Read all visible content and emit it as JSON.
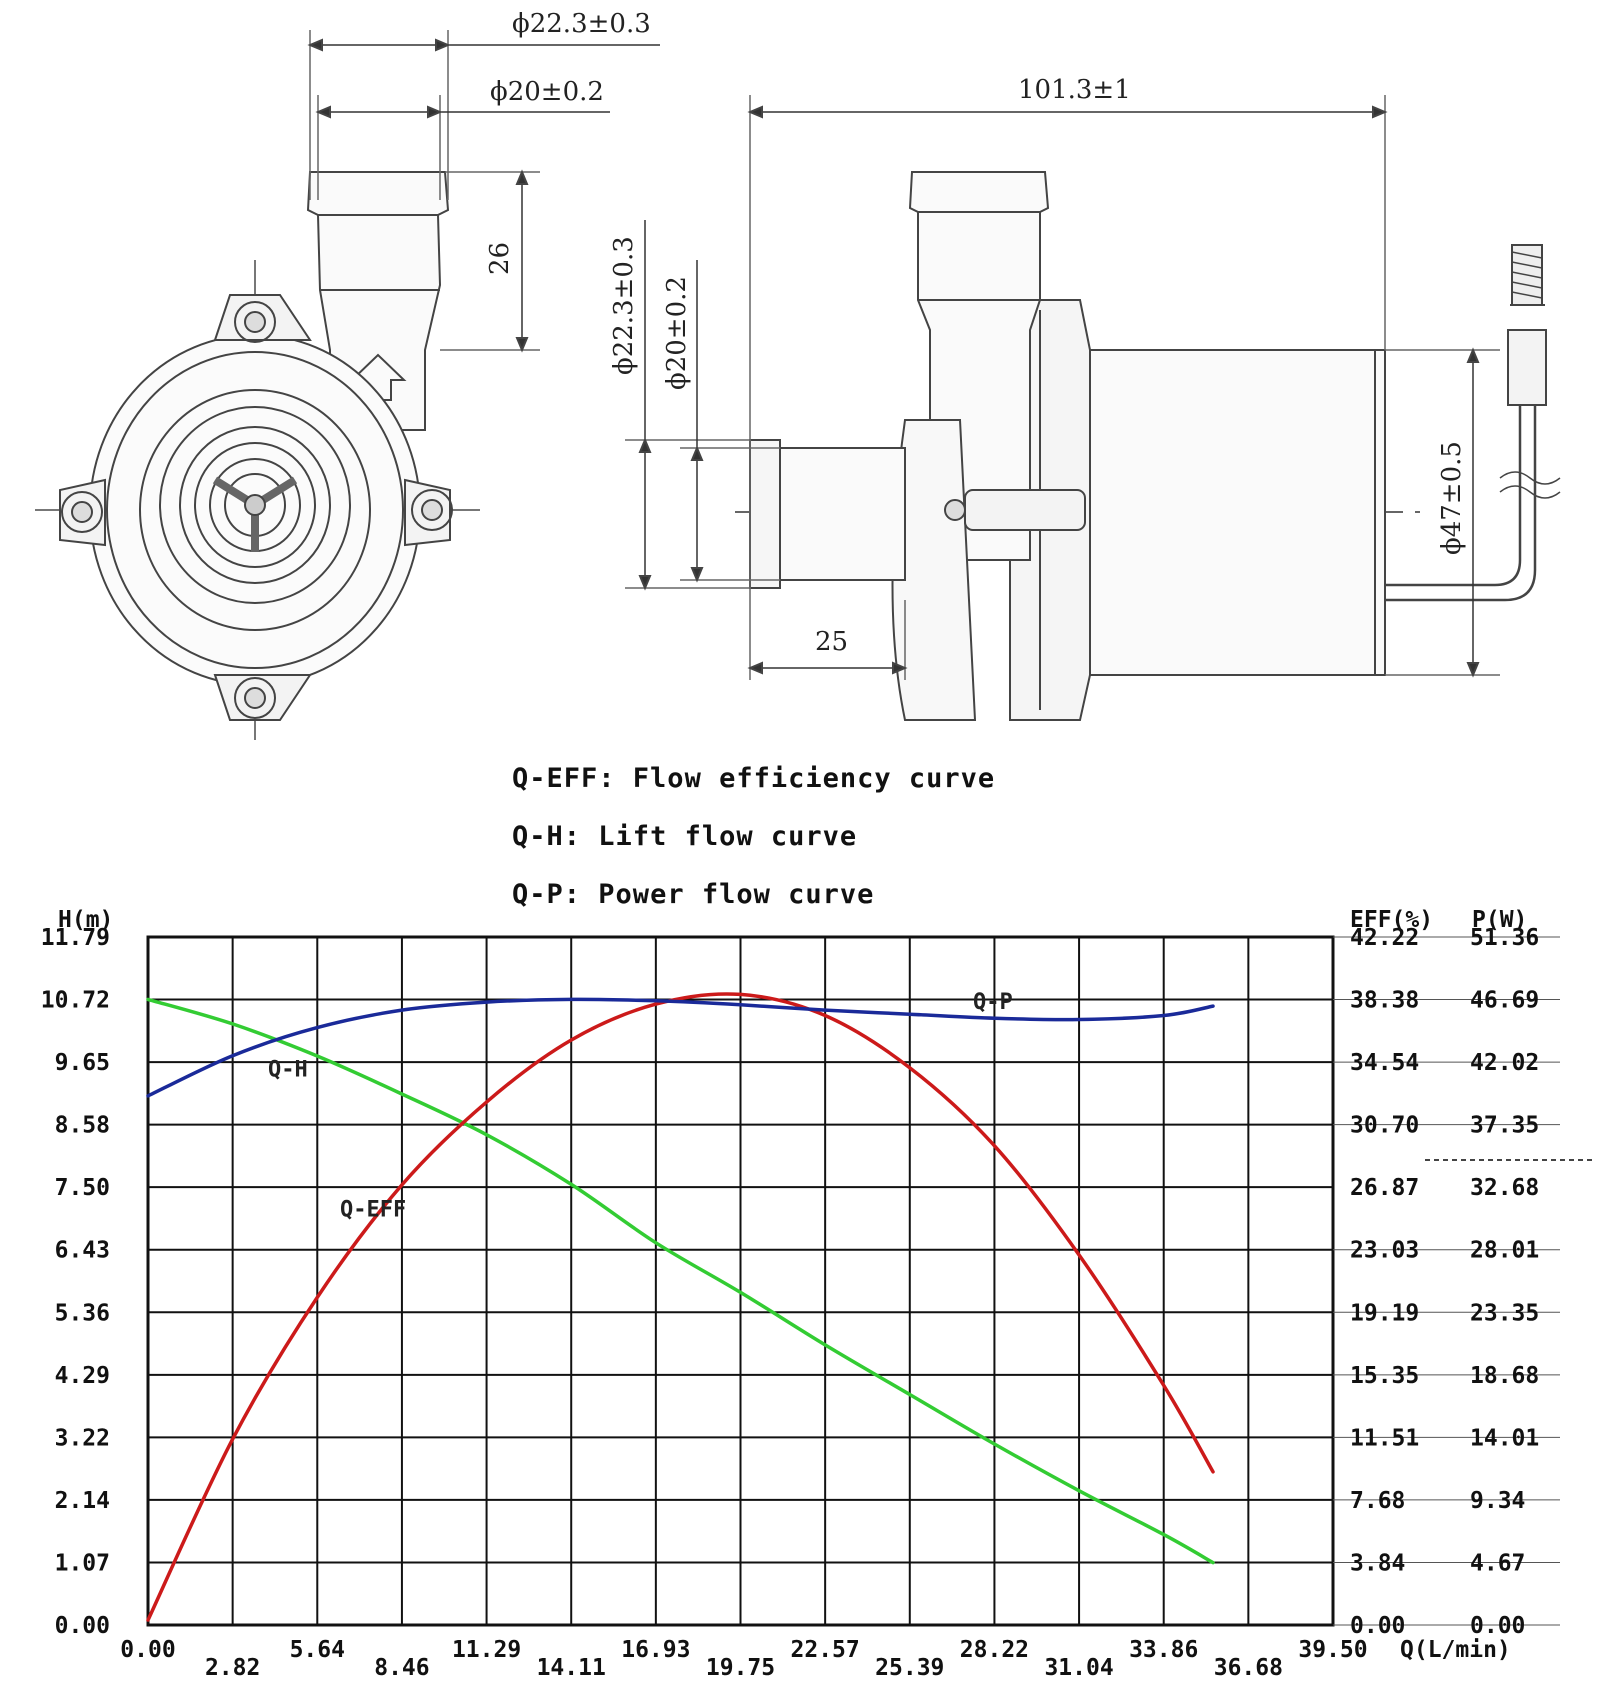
{
  "drawing": {
    "dim_outlet_outer": "ϕ22.3±0.3",
    "dim_outlet_inner": "ϕ20±0.2",
    "dim_outlet_length": "26",
    "dim_length": "101.3±1",
    "dim_inlet_outer": "ϕ22.3±0.3",
    "dim_inlet_inner": "ϕ20±0.2",
    "dim_inlet_length": "25",
    "dim_body_diameter": "ϕ47±0.5"
  },
  "legend": [
    {
      "code": "Q-EFF",
      "text": "Flow efficiency curve"
    },
    {
      "code": "Q-H",
      "text": "Lift flow curve"
    },
    {
      "code": "Q-P",
      "text": "Power flow curve"
    }
  ],
  "chart_data": {
    "type": "line",
    "xlabel": "Q(L/min)",
    "ylabel_left": "H(m)",
    "ylabel_right_1": "EFF(%)",
    "ylabel_right_2": "P(W)",
    "x_ticks": [
      "0.00",
      "2.82",
      "5.64",
      "8.46",
      "11.29",
      "14.11",
      "16.93",
      "19.75",
      "22.57",
      "25.39",
      "28.22",
      "31.04",
      "33.86",
      "36.68",
      "39.50"
    ],
    "h_ticks": [
      "0.00",
      "1.07",
      "2.14",
      "3.22",
      "4.29",
      "5.36",
      "6.43",
      "7.50",
      "8.58",
      "9.65",
      "10.72",
      "11.79"
    ],
    "eff_ticks": [
      "0.00",
      "3.84",
      "7.68",
      "11.51",
      "15.35",
      "19.19",
      "23.03",
      "26.87",
      "30.70",
      "34.54",
      "38.38",
      "42.22"
    ],
    "p_ticks": [
      "0.00",
      "4.67",
      "9.34",
      "14.01",
      "18.68",
      "23.35",
      "28.01",
      "32.68",
      "37.35",
      "42.02",
      "46.69",
      "51.36"
    ],
    "xlim": [
      0,
      39.5
    ],
    "hlim": [
      0,
      11.79
    ],
    "efflim": [
      0,
      42.22
    ],
    "plim": [
      0,
      51.36
    ],
    "grid": true,
    "series": [
      {
        "name": "Q-H",
        "axis": "H",
        "color": "#33cc33",
        "x": [
          0,
          2.82,
          5.64,
          8.46,
          11.29,
          14.11,
          16.93,
          19.75,
          22.57,
          25.39,
          28.22,
          31.04,
          33.86,
          35.5
        ],
        "y": [
          10.72,
          10.3,
          9.75,
          9.1,
          8.4,
          7.55,
          6.55,
          5.7,
          4.8,
          3.95,
          3.1,
          2.3,
          1.55,
          1.07
        ]
      },
      {
        "name": "Q-EFF",
        "axis": "EFF",
        "color": "#cc1a1a",
        "x": [
          0,
          2.82,
          5.64,
          8.46,
          11.29,
          14.11,
          16.93,
          19.75,
          22.57,
          25.39,
          28.22,
          31.04,
          33.86,
          35.5
        ],
        "y": [
          0.3,
          11.4,
          20.1,
          27.0,
          32.1,
          35.9,
          38.1,
          38.7,
          37.4,
          34.2,
          29.4,
          22.7,
          14.7,
          9.4
        ]
      },
      {
        "name": "Q-P",
        "axis": "P",
        "color": "#1a2a99",
        "x": [
          0,
          2.82,
          5.64,
          8.46,
          11.29,
          14.11,
          16.93,
          19.75,
          22.57,
          25.39,
          28.22,
          31.04,
          33.86,
          35.5
        ],
        "y": [
          39.5,
          42.5,
          44.6,
          45.9,
          46.5,
          46.7,
          46.6,
          46.3,
          45.9,
          45.6,
          45.3,
          45.2,
          45.5,
          46.2
        ]
      }
    ]
  }
}
